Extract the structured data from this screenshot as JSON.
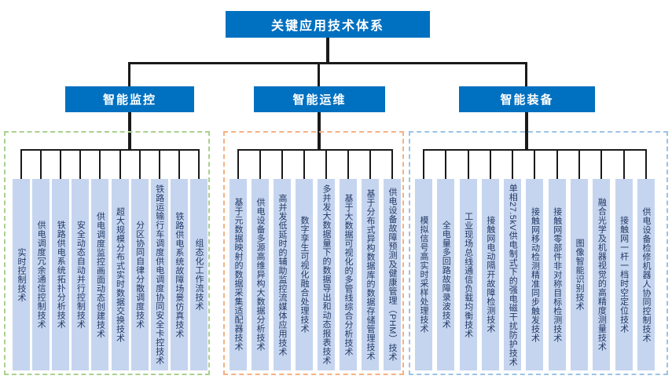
{
  "root": {
    "label": "关键应用技术体系"
  },
  "groups": [
    {
      "label": "智能监控",
      "border_color": "#A9D18E",
      "items": [
        "实时控制技术",
        "供电调度冗余通信控制技术",
        "铁路供电系统拓扑分析技术",
        "安全动态自动并行控制技术",
        "供电调度监控画面动态创建技术",
        "超大规模分布式实时数据交换技术",
        "分区协同自律分散调度技术",
        "铁路运输行车调度供电调度协同安全卡控技术",
        "铁路供电系统故障场景仿真技术",
        "组态化工作流技术"
      ]
    },
    {
      "label": "智能运维",
      "border_color": "#F4B183",
      "items": [
        "基于元数据映射的数据采集适配器技术",
        "供电设备多源高维异构大数据分析技术",
        "高并发低延时的辅助监控流媒体应用技术",
        "数字孪生可视化融合处理技术",
        "多并发大数据量下的数据导出和动态报表技术",
        "基于大数据可视化的多管线综合分析技术",
        "基于分布式异构数据库的数据存储管理技术",
        "供电设备故障预测及健康管理（PHM）技术"
      ]
    },
    {
      "label": "智能装备",
      "border_color": "#9DC3E6",
      "items": [
        "模拟信号高实时采样处理技术",
        "全电量多回路故障录波技术",
        "工业现场总线通信负载均衡技术",
        "接触网电动隔开故障检测技术",
        "单相27.5kV供电制式下的强电磁干扰防护技术",
        "接触网移动检测精准同步触发技术",
        "接触网零部件非对称目标检测技术",
        "图像智能识别技术",
        "融合光学及机器视觉的高精度测量技术",
        "接触网一杆一档时空定位技术",
        "供电设备检修机器人协同控制技术"
      ]
    }
  ],
  "colors": {
    "node_fill": "#0070C0",
    "node_text": "#FFFFFF",
    "leaf_fill": "#C6D5EF",
    "leaf_text": "#203864",
    "connector": "#1A1A1A"
  }
}
